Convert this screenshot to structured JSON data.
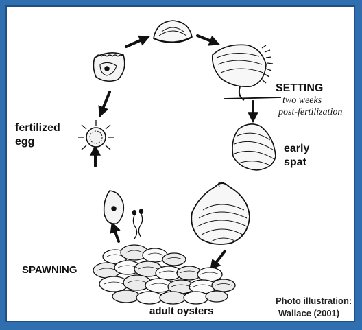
{
  "labels": {
    "setting": "SETTING",
    "setting_note_line1": "two weeks",
    "setting_note_line2": "post-fertilization",
    "early_spat_line1": "early",
    "early_spat_line2": "spat",
    "fertilized_egg_line1": "fertilized",
    "fertilized_egg_line2": "egg",
    "spawning": "SPAWNING",
    "adult_oysters": "adult oysters"
  },
  "credit": {
    "line1": "Photo illustration:",
    "line2": "Wallace (2001)"
  },
  "colors": {
    "background": "#2f6fb0",
    "frame_border": "#1f4f86",
    "ink": "#111111"
  },
  "icons": [
    "arrow-icon",
    "oyster-larva-icon",
    "oyster-shell-icon",
    "egg-icon",
    "sperm-icon"
  ]
}
